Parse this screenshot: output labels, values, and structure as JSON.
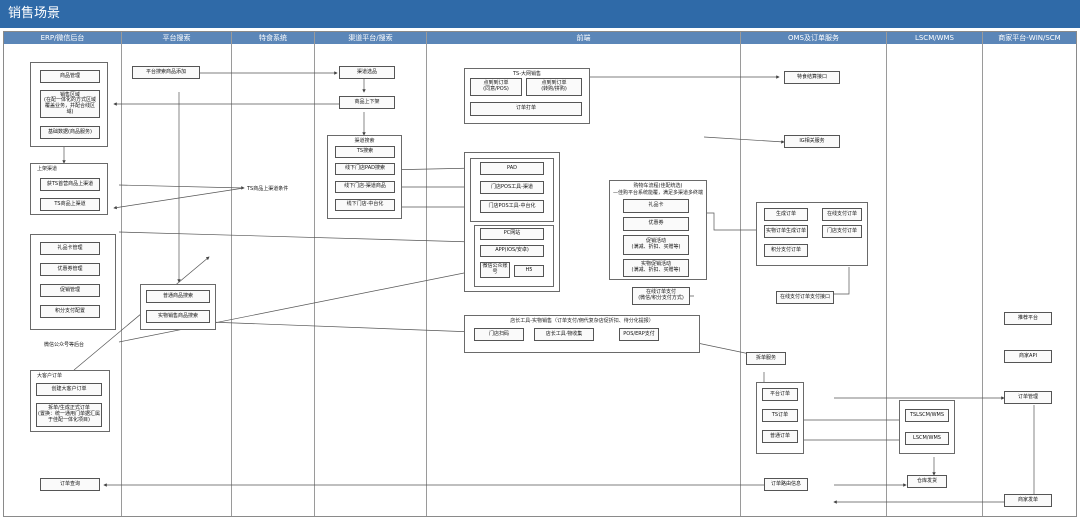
{
  "title": "销售场景",
  "lanes": [
    "ERP/微信后台",
    "平台搜索",
    "特食系统",
    "渠道平台/搜索",
    "前端",
    "OMS及订单服务",
    "LSCM/WMS",
    "商家平台-WIN/SCM"
  ],
  "erp": {
    "goods_mgmt": "商品管理",
    "sales_area": "销售区域\n(在配一体化的方式区域覆盖业务，并配合线区域)",
    "base_service": "基础数据(商品服务)",
    "listing_title": "上架渠道",
    "channel_listing": "获TS首营商品上渠道",
    "ts_listing": "TS商品上渠道",
    "giftcard": "礼品卡管理",
    "coupon": "优惠券管理",
    "promo": "促销管理",
    "points": "积分支付配置",
    "wechat": "微信公众号等后台",
    "bigcustomer_title": "大客户订单",
    "create_big_order": "创建大客户订单",
    "gen_order": "拆单/生成正式订单\n(置换：统一通用门单据汇属于佳配一体化项目)",
    "order_query": "订单查询"
  },
  "platform_search": {
    "search_entry": "平台搜索商品添加",
    "general_search": "普通商品搜索",
    "physical_search": "实物销售商品搜索"
  },
  "special": {
    "ts_condition": "TS商品上渠道条件"
  },
  "channel": {
    "selection": "渠道选品",
    "shelf": "商品上下架",
    "search_title": "渠道搜索",
    "ts_search": "TS搜索",
    "pad_search": "线下门店PAD搜索",
    "channel_goods": "线下门店-渠道商品",
    "mid_platform": "线下门店-中台化"
  },
  "front": {
    "ts_title": "TS-大网销售",
    "offline_order": "点到到订单\n(同意/POS)",
    "online_order": "点到到订单\n(转购/拼购)",
    "order_done": "订单打单",
    "pad": "PAD",
    "pos_tool": "门店POS工具-渠道",
    "pos_mid": "门店POS工具-中台化",
    "pc": "PC网站",
    "app": "APP(IOS/安卓)",
    "mini": "微信公众账号",
    "h5": "H5",
    "cart_title": "购物车流程(佳配统选)\n—佳购平台系统能覆，满足多渠道多终端",
    "giftcard": "礼品卡",
    "coupon": "优惠券",
    "promo": "促销活动\n(满减、折扣、买赠等)",
    "real_promo": "实物促销活动\n(满减、折扣、买赠等)",
    "online_pay": "在线订单支付\n(微信/积分支付方式)",
    "assist_title": "店长工具-实物销售（订单支付/佣代复杂店促折扣、待分化提报）",
    "store_code": "门店扫码",
    "store_tool": "店长工具·物收集",
    "pos_pay": "POS/ERP支付"
  },
  "oms": {
    "special_api": "特食结算接口",
    "ig_service": "IG相关服务",
    "gen_order": "生成订单",
    "real_order": "实物订单生成订单",
    "points_pay": "积分支付订单",
    "online_order": "在线支付订单",
    "store_pay": "门店支付订单",
    "online_pay_api": "在线支付订单支付接口",
    "split_service": "拆单服务",
    "platform_order": "平台订单",
    "ts_order": "TS订单",
    "normal_order": "普通订单",
    "order_status": "订单路由信息"
  },
  "lscm": {
    "tslscm": "TSLSCM/WMS",
    "lscm": "LSCM/WMS",
    "warehouse": "仓库发货"
  },
  "merchant": {
    "recommend": "推荐平台",
    "api": "商家API",
    "order_mgmt": "订单管理",
    "delivery": "商家发单"
  }
}
